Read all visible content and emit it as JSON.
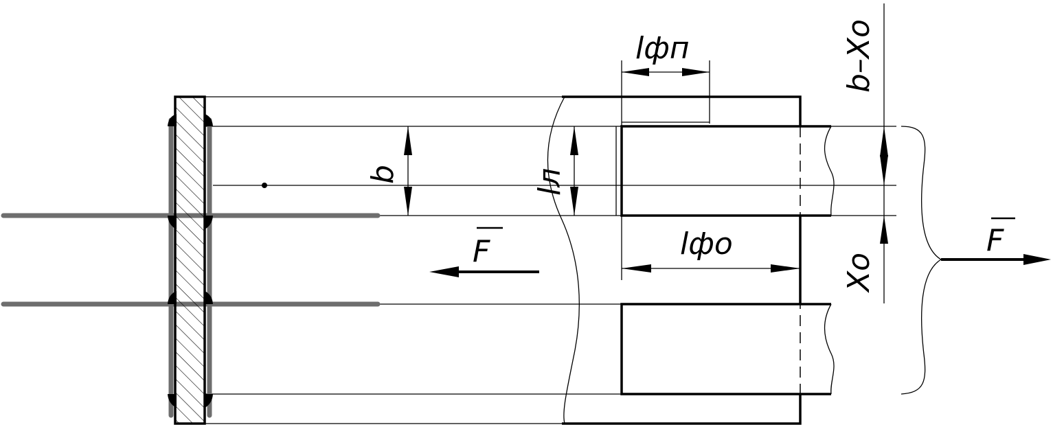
{
  "labels": {
    "l_fp": "lфп",
    "l_fo": "lфо",
    "b": "b",
    "l_a": "lл",
    "b_minus_x0": "b–Xо",
    "x0": "Xо",
    "force_left": "F",
    "force_right": "F"
  },
  "colors": {
    "line": "#000000",
    "gray_sheet": "#6e6e6e",
    "background": "#ffffff"
  }
}
